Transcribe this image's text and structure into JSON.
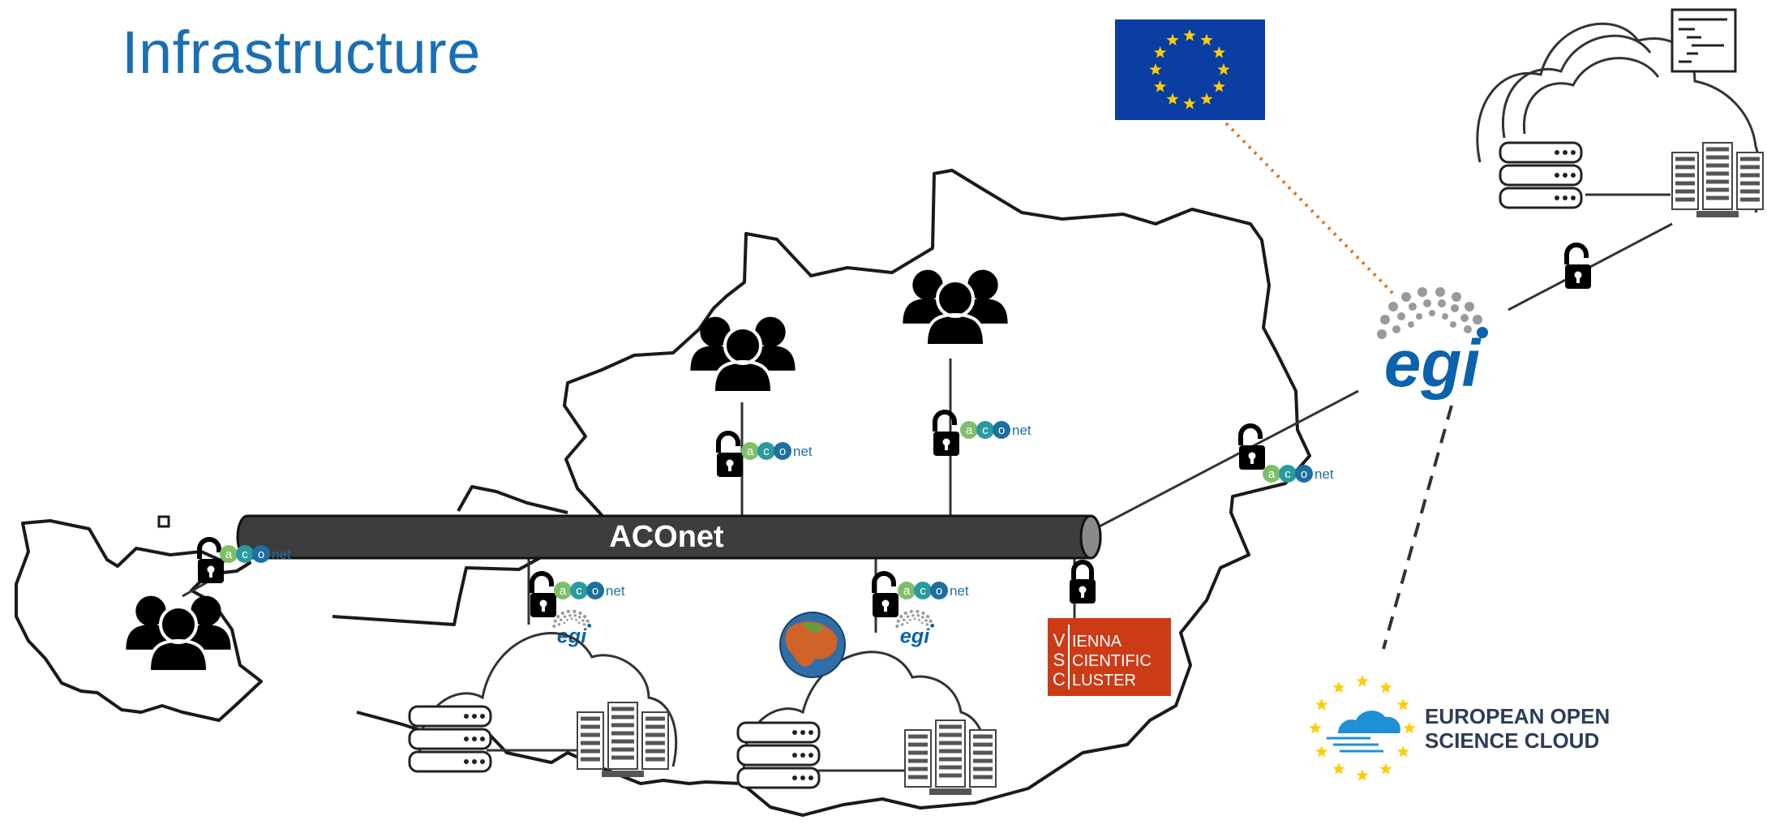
{
  "slide": {
    "title": "Infrastructure"
  },
  "backbone": {
    "label": "ACOnet"
  },
  "brand": {
    "aconet_a": "a",
    "aconet_c": "c",
    "aconet_o": "o",
    "aconet_net": "net",
    "egi": "egi",
    "vsc_v": "V",
    "vsc_s": "S",
    "vsc_c": "C",
    "vsc_line1": "IENNA",
    "vsc_line2": "CIENTIFIC",
    "vsc_line3": "LUSTER",
    "eosc_line1": "EUROPEAN OPEN",
    "eosc_line2": "SCIENCE CLOUD"
  },
  "colors": {
    "title": "#1a6fb3",
    "pipe": "#3d3d3d",
    "outline": "#1a1a1a",
    "egi_blue": "#0a63ad",
    "aconet_teal": "#2a9aa0",
    "vsc_red": "#cc3b16",
    "eu_blue": "#0b3ea3",
    "eu_star": "#ffcc00",
    "eosc_text": "#2a3d55",
    "dotted_link": "#e06d1f"
  },
  "icons": [
    "people-group-icon",
    "padlock-open-icon",
    "padlock-closed-icon",
    "cloud-icon",
    "database-icon",
    "server-rack-icon",
    "globe-icon",
    "document-icon",
    "eu-flag-icon",
    "egi-logo",
    "aconet-logo",
    "vsc-logo",
    "eosc-logo"
  ]
}
